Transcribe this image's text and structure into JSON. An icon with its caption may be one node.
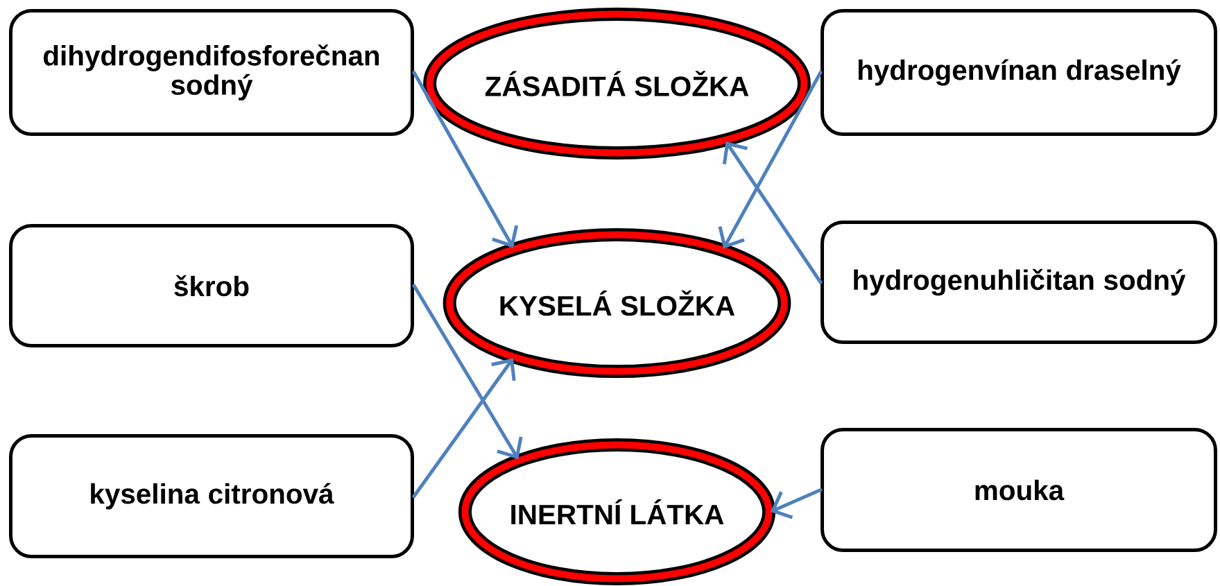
{
  "diagram": {
    "nodes": [
      {
        "text": [
          "dihydrogendifosforečnan sodný"
        ]
      },
      {
        "text": [
          "ZÁSADITÁ SLOŽKA"
        ]
      },
      {
        "text": [
          "hydrogenvínan draselný"
        ]
      },
      {
        "text": [
          "škrob"
        ]
      },
      {
        "text": [
          "KYSELÁ SLOŽKA"
        ]
      },
      {
        "text": [
          "hydrogenuhličitan sodný"
        ]
      },
      {
        "text": [
          "kyselina citronová"
        ]
      },
      {
        "text": [
          "INERTNÍ LÁTKA"
        ]
      },
      {
        "text": [
          "mouka"
        ]
      }
    ],
    "edges": [
      {
        "from": 0,
        "to": 4,
        "arrow": "to"
      },
      {
        "from": 2,
        "to": 4,
        "arrow": "to"
      },
      {
        "from": 5,
        "to": 1,
        "arrow": "to"
      },
      {
        "from": 3,
        "to": 7,
        "arrow": "to"
      },
      {
        "from": 6,
        "to": 4,
        "arrow": "to"
      },
      {
        "from": 8,
        "to": 7,
        "arrow": "to"
      }
    ]
  }
}
